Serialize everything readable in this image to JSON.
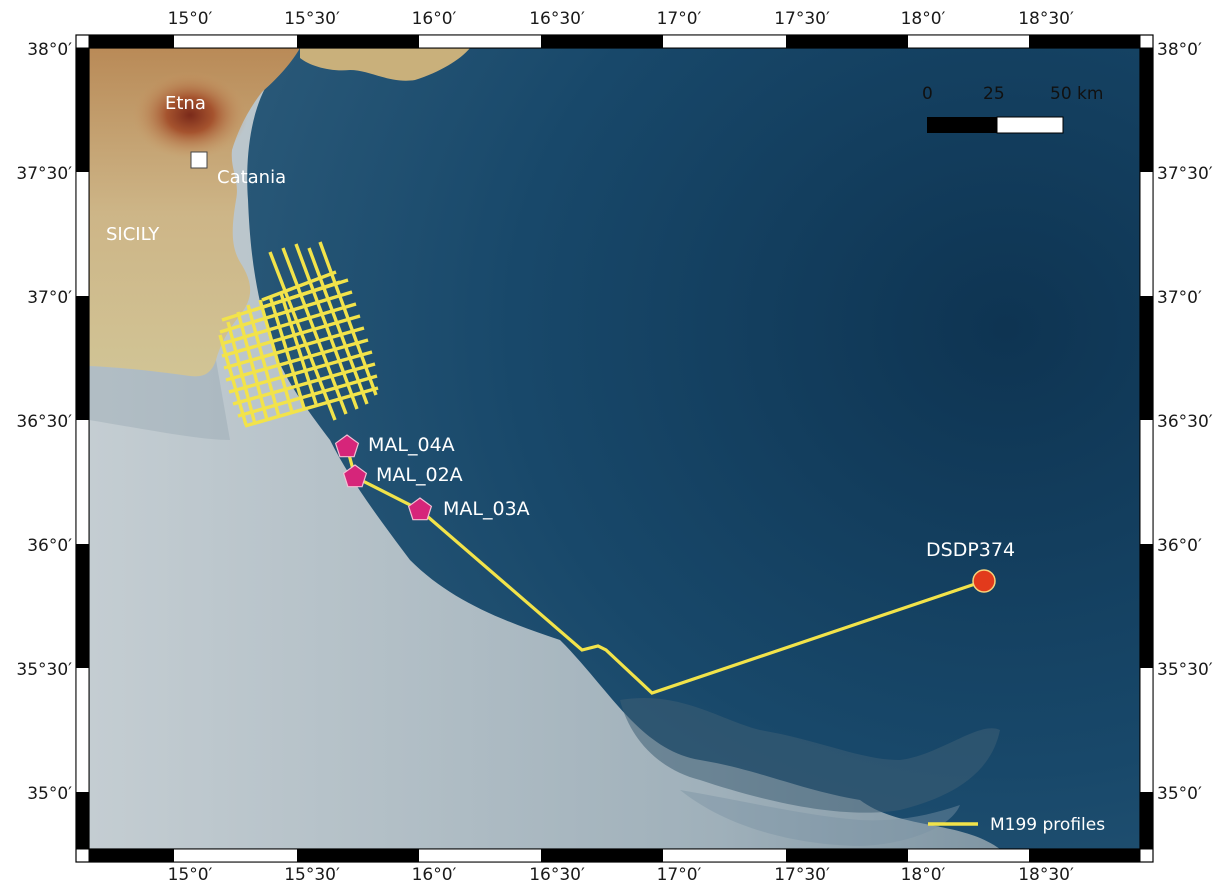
{
  "map": {
    "longitude_ticks": [
      "15°0′",
      "15°30′",
      "16°0′",
      "16°30′",
      "17°0′",
      "17°30′",
      "18°0′",
      "18°30′"
    ],
    "latitude_ticks": [
      "38°0′",
      "37°30′",
      "37°0′",
      "36°30′",
      "36°0′",
      "35°30′",
      "35°0′"
    ],
    "places": {
      "etna": "Etna",
      "catania": "Catania",
      "sicily": "SICILY"
    },
    "sites": {
      "mal_04a": "MAL_04A",
      "mal_02a": "MAL_02A",
      "mal_03a": "MAL_03A",
      "dsdp374": "DSDP374"
    },
    "scale_bar": {
      "label_0": "0",
      "label_25": "25",
      "label_50": "50 km"
    },
    "legend": {
      "profiles_label": "M199 profiles"
    },
    "colors": {
      "profile_line": "#f2e34a",
      "site_marker": "#d6257a",
      "dsdp_marker": "#e23a1c",
      "deep_sea": "#0f3754",
      "land": "#c9b284"
    }
  }
}
